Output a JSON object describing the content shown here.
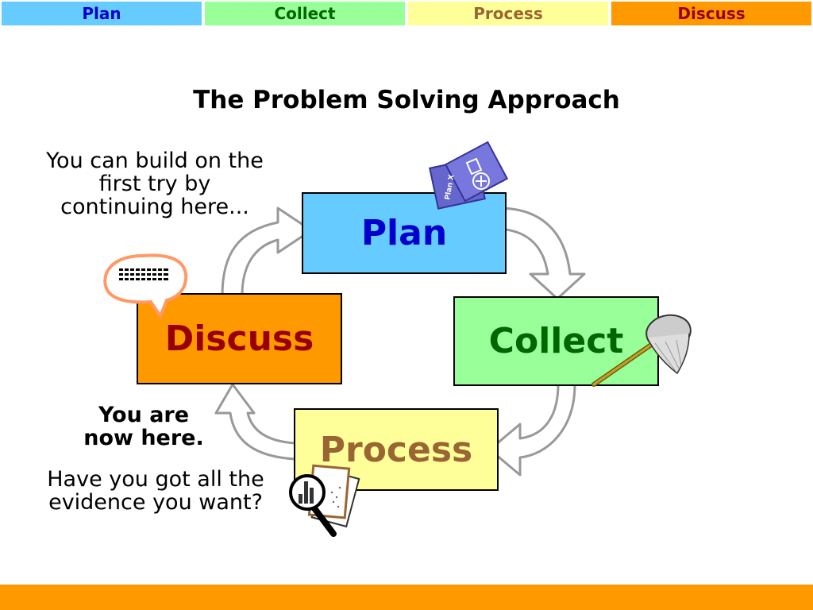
{
  "tabs": [
    {
      "label": "Plan"
    },
    {
      "label": "Collect"
    },
    {
      "label": "Process"
    },
    {
      "label": "Discuss"
    }
  ],
  "title": "The Problem Solving Approach",
  "cycle": {
    "plan": "Plan",
    "collect": "Collect",
    "process": "Process",
    "discuss": "Discuss"
  },
  "notes": {
    "build_on": "You can build on the first try by continuing here...",
    "you_are_here_line1": "You are",
    "you_are_here_line2": "now here.",
    "evidence": "Have you got all the evidence you want?"
  },
  "icons": {
    "plan": "plan-document-icon",
    "collect": "butterfly-net-icon",
    "process": "magnifier-chart-icon",
    "discuss": "speech-bubble-icon"
  },
  "plan_icon_label": "Plan X",
  "colors": {
    "plan": "#66ccff",
    "collect": "#99ff99",
    "process": "#ffff99",
    "discuss": "#ff9900"
  }
}
